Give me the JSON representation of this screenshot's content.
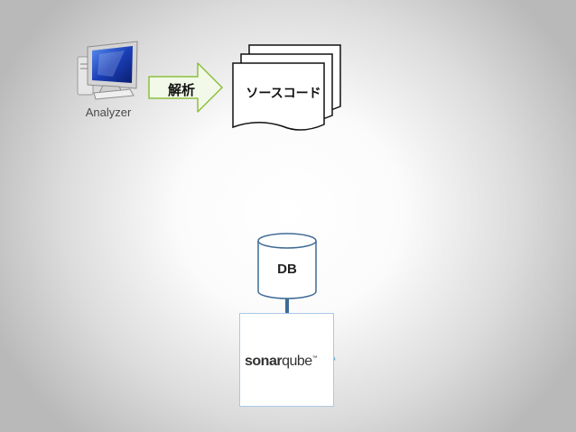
{
  "analyzer": {
    "label": "Analyzer",
    "icon": "computer-monitor-icon"
  },
  "arrow": {
    "label": "解析"
  },
  "source_code": {
    "label": "ソースコード"
  },
  "database": {
    "label": "DB"
  },
  "server": {
    "logo_part1": "sonar",
    "logo_part2": "qube",
    "logo_mark": "™",
    "icon": "sonarqube-waves-icon"
  },
  "colors": {
    "arrow_fill": "#f3f9e8",
    "arrow_stroke": "#8cbf3f",
    "connector": "#3e6b95",
    "logo_border": "#a9c9e6",
    "logo_waves": "#4e9bcd"
  }
}
